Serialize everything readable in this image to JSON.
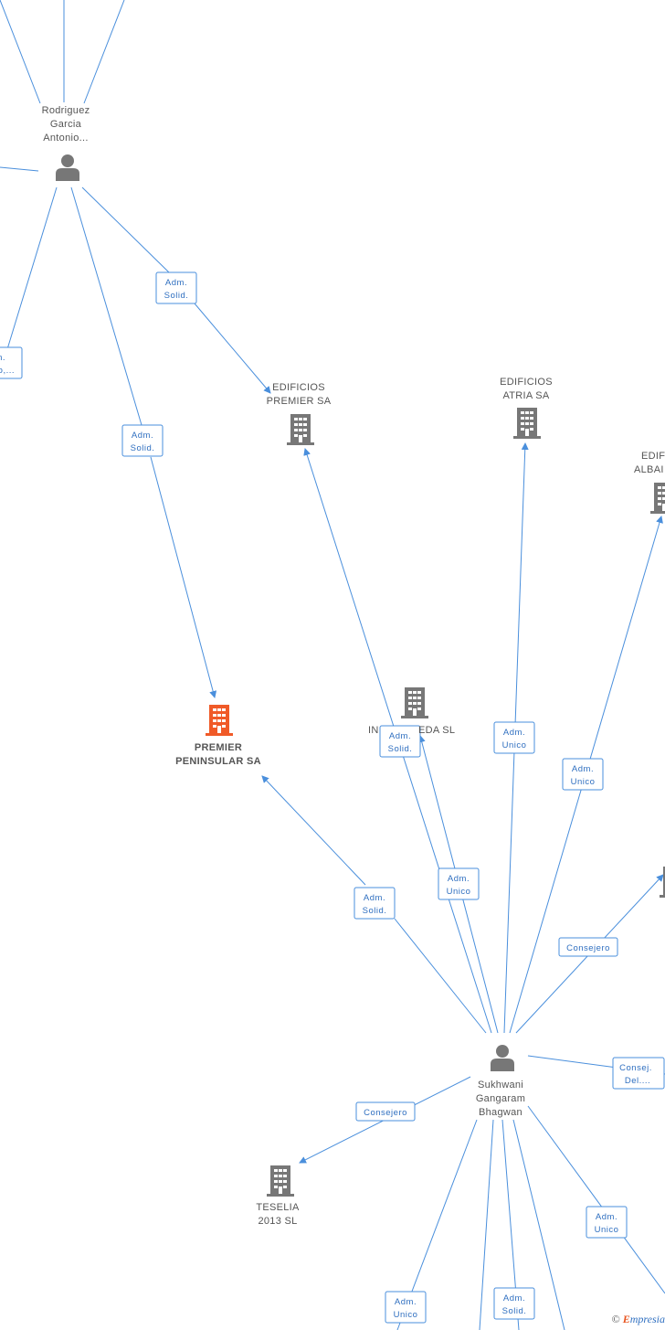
{
  "nodes": {
    "rodriguez": {
      "lines": [
        "Rodriguez",
        "Garcia",
        "Antonio..."
      ]
    },
    "edificios_premier": {
      "lines": [
        "EDIFICIOS",
        "PREMIER SA"
      ]
    },
    "edificios_atria": {
      "lines": [
        "EDIFICIOS",
        "ATRIA SA"
      ]
    },
    "edificios_albai": {
      "lines": [
        "EDIFI",
        "ALBAI"
      ]
    },
    "premier_peninsular": {
      "lines": [
        "PREMIER",
        "PENINSULAR SA"
      ],
      "highlight": true
    },
    "inda_meda": {
      "lines": [
        "IN",
        "EDA SL"
      ]
    },
    "sukhwani": {
      "lines": [
        "Sukhwani",
        "Gangaram",
        "Bhagwan"
      ]
    },
    "teselia": {
      "lines": [
        "TESELIA",
        "2013  SL"
      ]
    }
  },
  "relations": {
    "r1": [
      "Adm.",
      "Solid."
    ],
    "r2": [
      "Adm.",
      "Solid."
    ],
    "r3": [
      "n.",
      "o,..."
    ],
    "r4": [
      "Adm.",
      "Solid."
    ],
    "r5": [
      "Adm.",
      "Unico"
    ],
    "r6": [
      "Adm.",
      "Unico"
    ],
    "r7": [
      "Adm.",
      "Solid."
    ],
    "r8": [
      "Adm.",
      "Unico"
    ],
    "r9": [
      "Consejero"
    ],
    "r10": [
      "Consej.",
      "Del...."
    ],
    "r11": [
      "Consejero"
    ],
    "r12": [
      "Adm.",
      "Unico"
    ],
    "r13": [
      "Adm.",
      "Unico"
    ],
    "r14": [
      "Adm.",
      "Solid."
    ]
  },
  "colors": {
    "edge": "#4a8fdc",
    "person": "#777777",
    "company": "#777777",
    "highlight": "#f05a28"
  },
  "footer": {
    "copyright": "©",
    "brand_e": "E",
    "brand_rest": "mpresia"
  }
}
